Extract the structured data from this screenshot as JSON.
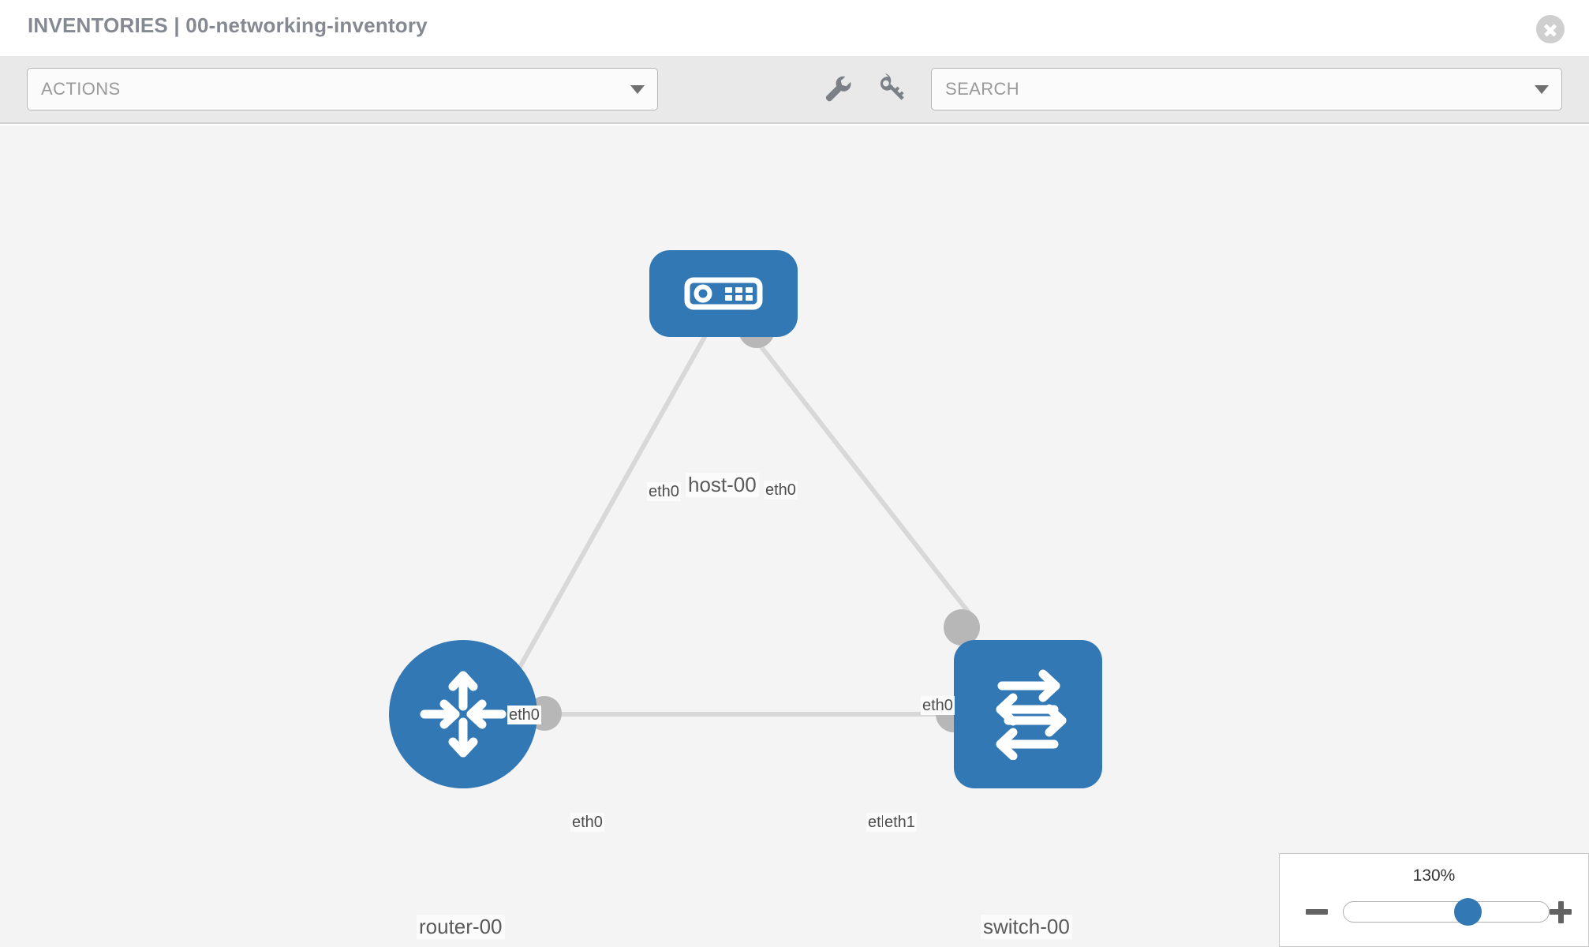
{
  "header": {
    "title": "INVENTORIES | 00-networking-inventory",
    "close_icon": "close-icon"
  },
  "toolbar": {
    "actions_label": "ACTIONS",
    "actions_caret": "chevron-down-icon",
    "wrench_icon": "wrench-icon",
    "key_icon": "key-icon",
    "search_placeholder": "SEARCH",
    "search_caret": "chevron-down-icon"
  },
  "topology": {
    "nodes": [
      {
        "id": "host-00",
        "label": "host-00",
        "icon": "server-icon",
        "shape": "rounded-rect",
        "color": "#3278b5"
      },
      {
        "id": "router-00",
        "label": "router-00",
        "icon": "router-icon",
        "shape": "circle",
        "color": "#3278b5"
      },
      {
        "id": "switch-00",
        "label": "switch-00",
        "icon": "switch-icon",
        "shape": "rounded-rect",
        "color": "#3278b5"
      }
    ],
    "interfaces": [
      {
        "id": "host-left",
        "label": "eth0"
      },
      {
        "id": "host-right",
        "label": "eth0"
      },
      {
        "id": "router-up",
        "label": "eth0"
      },
      {
        "id": "switch-up",
        "label": "eth0"
      },
      {
        "id": "router-right",
        "label": "eth0"
      },
      {
        "id": "switch-left-a",
        "label": "eth"
      },
      {
        "id": "switch-left-b",
        "label": "eth1"
      }
    ],
    "links": [
      {
        "from": "host-00",
        "to": "router-00",
        "from_iface": "eth0",
        "to_iface": "eth0"
      },
      {
        "from": "host-00",
        "to": "switch-00",
        "from_iface": "eth0",
        "to_iface": "eth0"
      },
      {
        "from": "router-00",
        "to": "switch-00",
        "from_iface": "eth0",
        "to_iface": "eth1"
      }
    ],
    "link_color": "#d8d8d8",
    "port_color": "#b7b7b7"
  },
  "zoom_control": {
    "value": "130%",
    "minus_icon": "minus-icon",
    "plus_icon": "plus-icon",
    "slider_name": "zoom-slider",
    "thumb_position_pct": 60
  }
}
